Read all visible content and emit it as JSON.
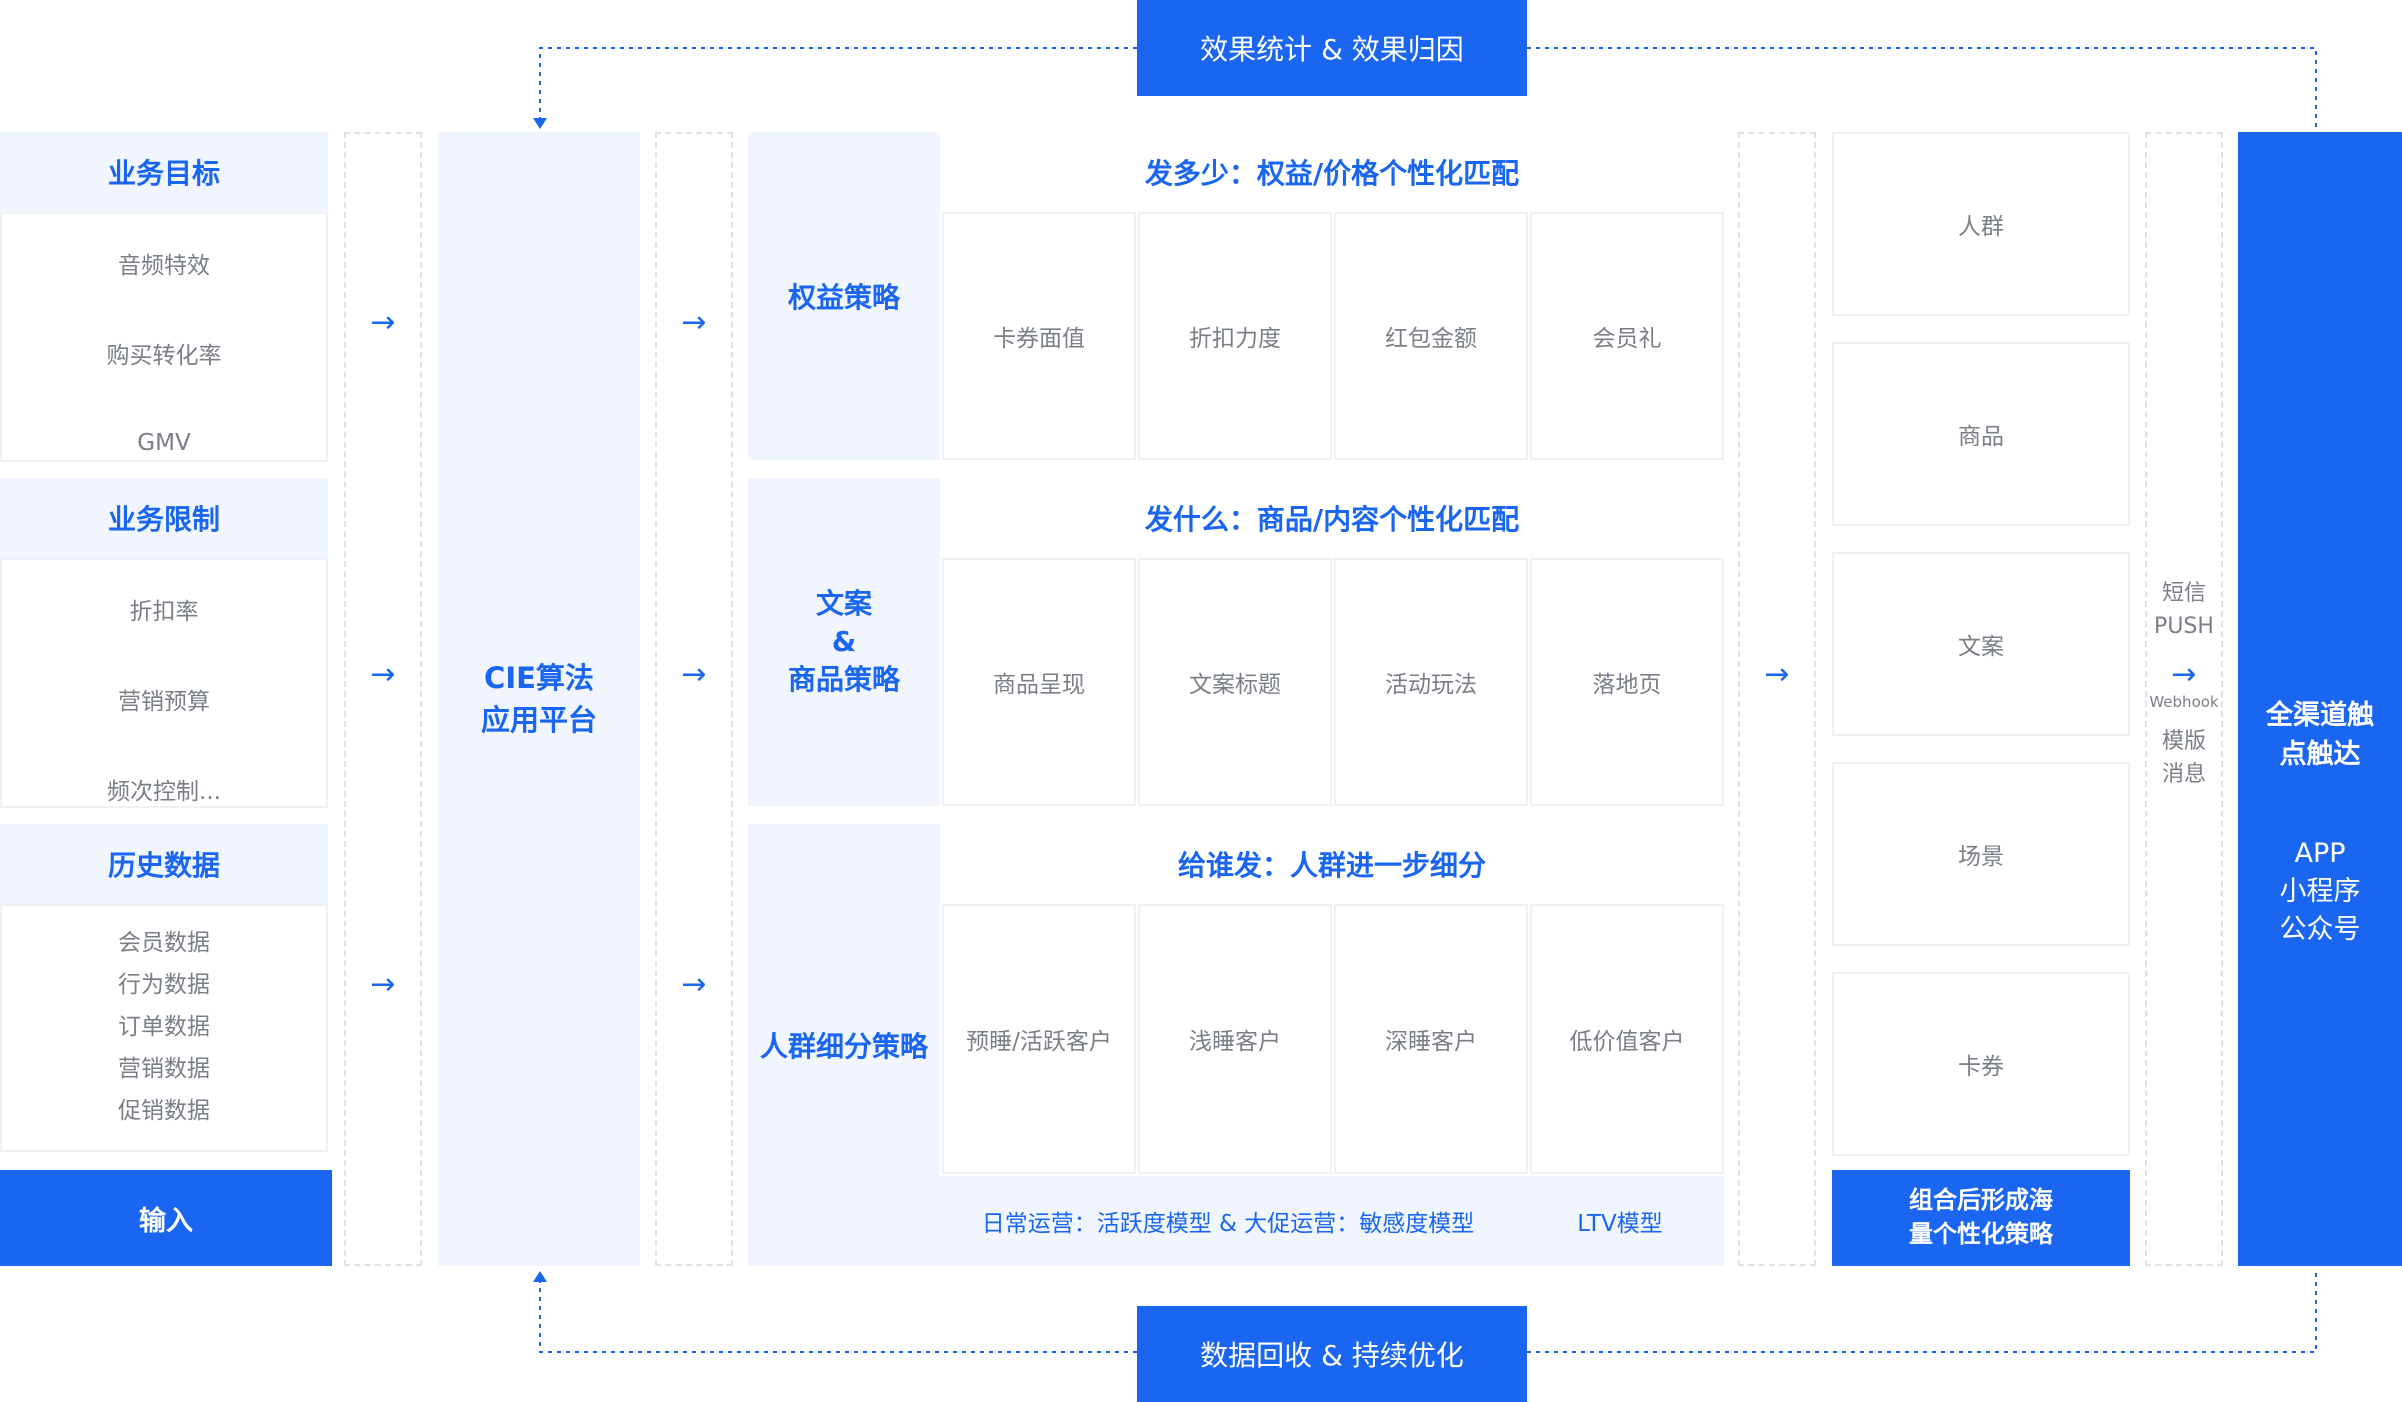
{
  "top_banner": "效果统计 & 效果归因",
  "bottom_banner": "数据回收 & 持续优化",
  "inputs": {
    "groups": [
      {
        "title": "业务目标",
        "items": [
          "音频特效",
          "购买转化率",
          "GMV"
        ]
      },
      {
        "title": "业务限制",
        "items": [
          "折扣率",
          "营销预算",
          "频次控制..."
        ]
      },
      {
        "title": "历史数据",
        "items": [
          "会员数据",
          "行为数据",
          "订单数据",
          "营销数据",
          "促销数据"
        ]
      }
    ],
    "footer": "输入"
  },
  "platform": "CIE算法\n应用平台",
  "strategies": [
    {
      "label": "权益策略",
      "header": "发多少：权益/价格个性化匹配",
      "cells": [
        "卡券面值",
        "折扣力度",
        "红包金额",
        "会员礼"
      ]
    },
    {
      "label": "文案\n&\n商品策略",
      "header": "发什么：商品/内容个性化匹配",
      "cells": [
        "商品呈现",
        "文案标题",
        "活动玩法",
        "落地页"
      ]
    },
    {
      "label": "人群细分策略",
      "header": "给谁发：人群进一步细分",
      "cells": [
        "预睡/活跃客户",
        "浅睡客户",
        "深睡客户",
        "低价值客户"
      ],
      "footer_left": "日常运营：活跃度模型 & 大促运营：敏感度模型",
      "footer_right": "LTV模型"
    }
  ],
  "combine": {
    "items": [
      "人群",
      "商品",
      "文案",
      "场景",
      "卡券"
    ],
    "footer": "组合后形成海\n量个性化策略"
  },
  "channel": {
    "top": "短信\nPUSH",
    "mid": "Webhook",
    "bottom": "模版\n消息"
  },
  "reach": {
    "title": "全渠道触\n点触达",
    "channels": "APP\n小程序\n公众号"
  },
  "colors": {
    "accent": "#1a66f0",
    "light_panel": "#f1f5fd",
    "text_gray": "#7a7f87",
    "dash": "#dde1e8"
  },
  "icons": {
    "arrow": "right-arrow-icon"
  }
}
